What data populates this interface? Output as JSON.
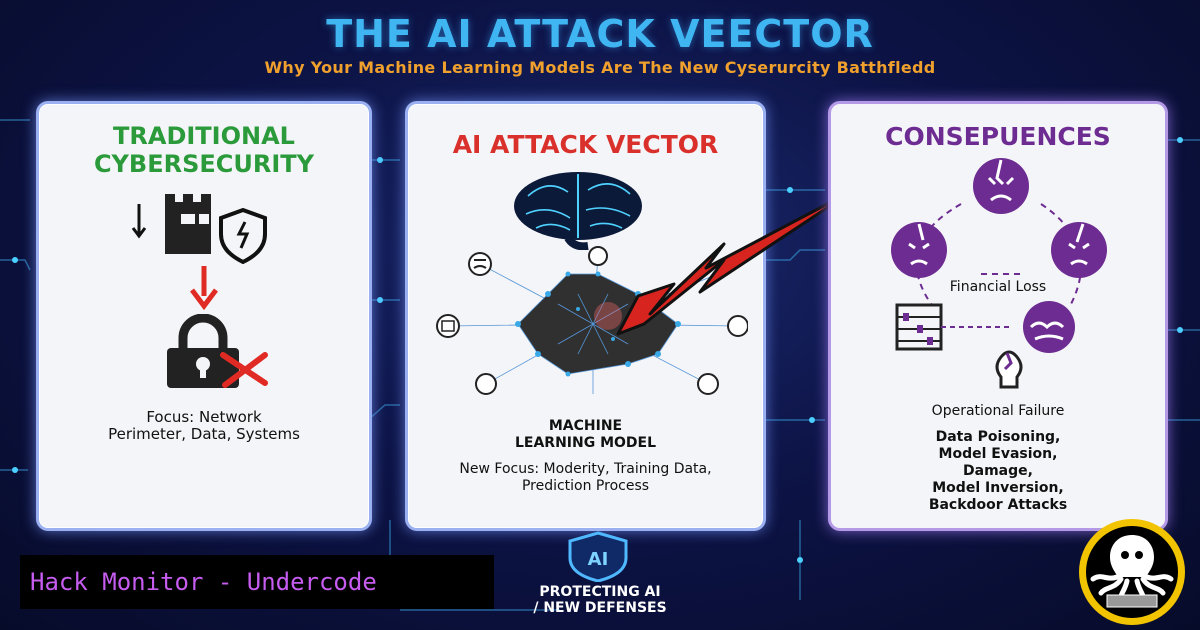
{
  "header": {
    "title": "THE AI ATTACK VEECTOR",
    "subtitle": "Why Your Machine Learning Models Are The New Cyserurcity Batthfledd"
  },
  "panel_traditional": {
    "title": "TRADITIONAL CYBERSECURITY",
    "focus_line1": "Focus: Network",
    "focus_line2": "Perimeter, Data, Systems",
    "icons": [
      "castle-icon",
      "shield-icon",
      "arrow-down-icon",
      "padlock-icon",
      "cross-icon"
    ]
  },
  "panel_ai": {
    "title": "AI ATTACK VECTOR",
    "model_line1": "MACHINE",
    "model_line2": "LEARNING MODEL",
    "focus_line1": "New Focus: Moderity, Training Data,",
    "focus_line2": "Prediction Process",
    "icons": [
      "brain-icon",
      "network-graph-icon",
      "attack-arrow-icon"
    ]
  },
  "panel_consequences": {
    "title": "CONSEPUENCES",
    "financial": "Financial Loss",
    "operational": "Operational Failure",
    "attacks": [
      "Data Poisoning,",
      "Model Evasion,",
      "Damage,",
      "Model Inversion,",
      "Backdoor Attacks"
    ],
    "icons": [
      "broken-face-icon",
      "abacus-icon",
      "lightbulb-icon"
    ]
  },
  "footer": {
    "brand": "Hack Monitor - Undercode",
    "shield_label": "AI",
    "protect_line1": "PROTECTING AI",
    "protect_line2": "/ NEW DEFENSES"
  },
  "colors": {
    "title": "#3fb6f2",
    "subtitle": "#f0a02c",
    "traditional": "#2a9a3a",
    "ai": "#d9302b",
    "consequences": "#6d2c91",
    "brand": "#c65cf0"
  }
}
